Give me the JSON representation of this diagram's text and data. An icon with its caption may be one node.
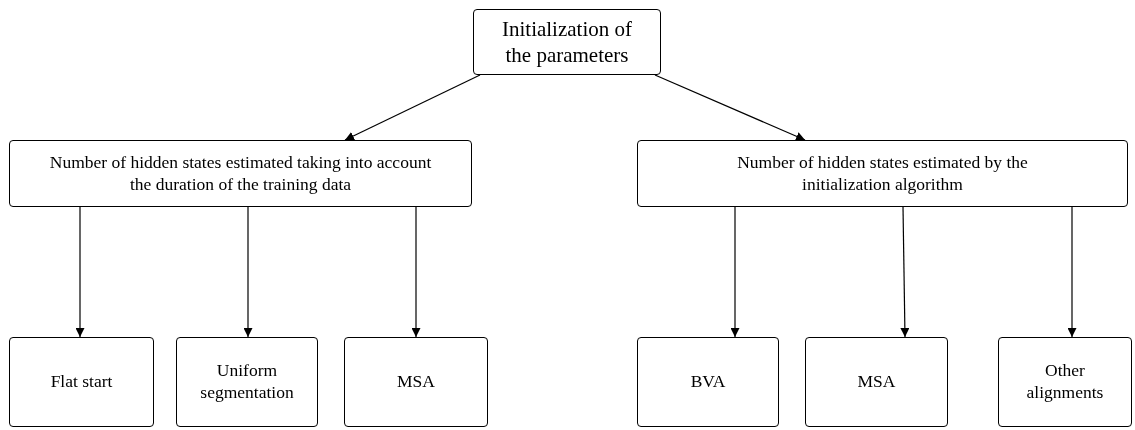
{
  "diagram": {
    "nodes": [
      {
        "text": [
          "Initialization of the parameters"
        ]
      },
      {
        "text": [
          "Number of hidden states estimated taking into account the duration of the training data"
        ]
      },
      {
        "text": [
          "Number of hidden states estimated by the initialization algorithm"
        ]
      },
      {
        "text": [
          "Flat start"
        ]
      },
      {
        "text": [
          "Uniform segmentation"
        ]
      },
      {
        "text": [
          "MSA"
        ]
      },
      {
        "text": [
          "BVA"
        ]
      },
      {
        "text": [
          "MSA"
        ]
      },
      {
        "text": [
          "Other alignments"
        ]
      }
    ],
    "edges": [
      {
        "from": 0,
        "to": 1,
        "arrow": "to"
      },
      {
        "from": 0,
        "to": 2,
        "arrow": "to"
      },
      {
        "from": 1,
        "to": 3,
        "arrow": "to"
      },
      {
        "from": 1,
        "to": 4,
        "arrow": "to"
      },
      {
        "from": 1,
        "to": 5,
        "arrow": "to"
      },
      {
        "from": 2,
        "to": 6,
        "arrow": "to"
      },
      {
        "from": 2,
        "to": 7,
        "arrow": "to"
      },
      {
        "from": 2,
        "to": 8,
        "arrow": "to"
      }
    ]
  }
}
